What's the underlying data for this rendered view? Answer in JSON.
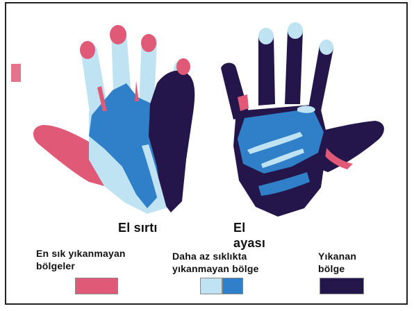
{
  "labels": {
    "back_of_hand": "El sırtı",
    "palm_line1": "El",
    "palm_line2": "ayası"
  },
  "legend": [
    {
      "line1": "En sık yıkanmayan",
      "line2": "bölgeler",
      "colors": [
        "#e05a77"
      ]
    },
    {
      "line1": "Daha az sıklıkta",
      "line2": "yıkanmayan bölge",
      "colors": [
        "#bfe3f2",
        "#2f80c8"
      ]
    },
    {
      "line1": "Yıkanan",
      "line2": "bölge",
      "colors": [
        "#24164a"
      ]
    }
  ],
  "colors": {
    "most_missed": "#e05a77",
    "less_missed_light": "#bfe3f2",
    "less_missed_blue": "#2f80c8",
    "washed": "#24164a"
  }
}
